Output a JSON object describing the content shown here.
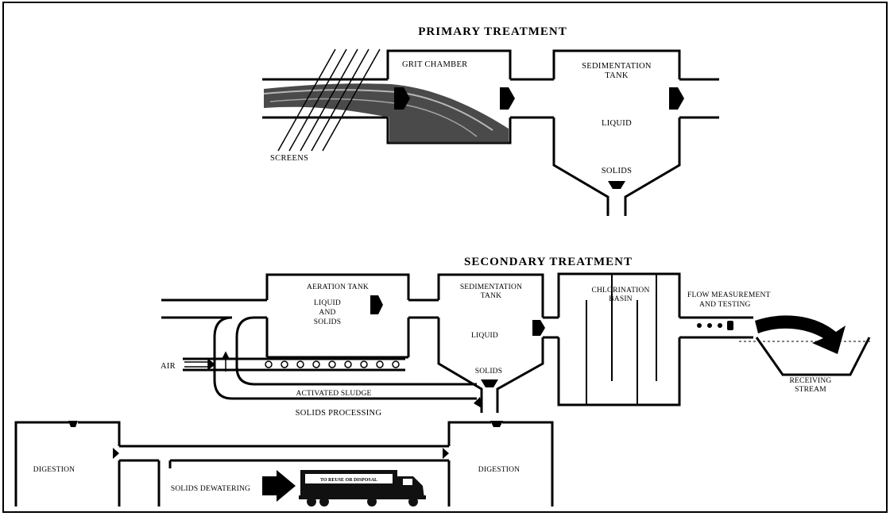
{
  "primary": {
    "title": "PRIMARY TREATMENT",
    "screens": "SCREENS",
    "grit_chamber": "GRIT CHAMBER",
    "sed_line1": "SEDIMENTATION",
    "sed_line2": "TANK",
    "liquid": "LIQUID",
    "solids": "SOLIDS"
  },
  "secondary": {
    "title": "SECONDARY TREATMENT",
    "aeration": "AERATION TANK",
    "aer_l1": "LIQUID",
    "aer_l2": "AND",
    "aer_l3": "SOLIDS",
    "air": "AIR",
    "activated_sludge": "ACTIVATED SLUDGE",
    "sed_line1": "SEDIMENTATION",
    "sed_line2": "TANK",
    "liquid": "LIQUID",
    "solids": "SOLIDS",
    "chlor_line1": "CHLORINATION",
    "chlor_line2": "BASIN",
    "flow_line1": "FLOW MEASUREMENT",
    "flow_line2": "AND TESTING",
    "stream_line1": "RECEIVING",
    "stream_line2": "STREAM"
  },
  "solids_processing": {
    "title": "SOLIDS PROCESSING",
    "digestion_left": "DIGESTION",
    "digestion_right": "DIGESTION",
    "dewatering": "SOLIDS DEWATERING",
    "truck_sign": "TO REUSE OR DISPOSAL"
  }
}
